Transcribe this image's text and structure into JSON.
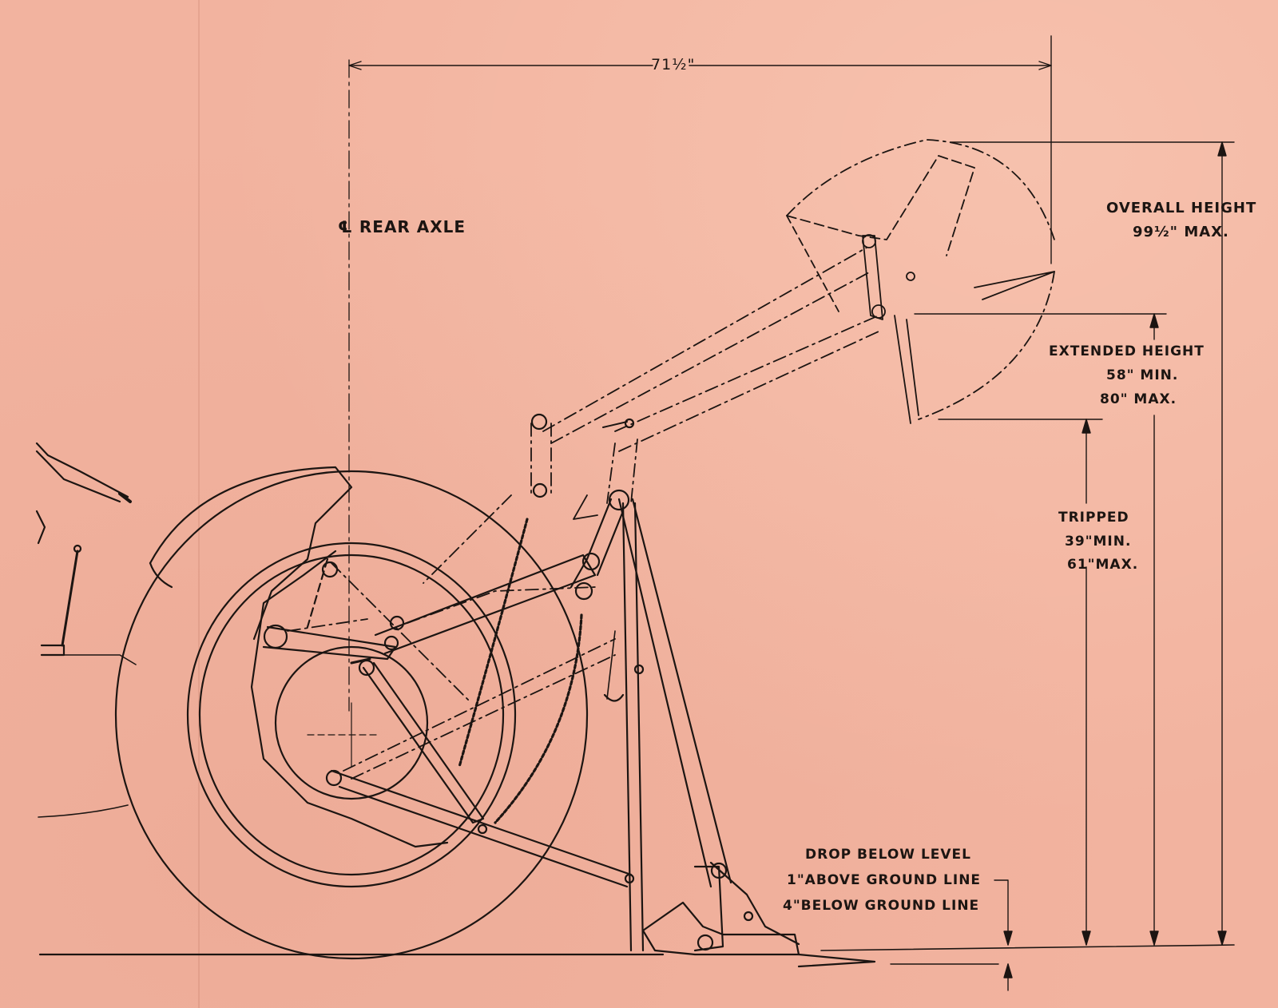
{
  "dimension_width": "71½\"",
  "axle_label": "℄ REAR AXLE",
  "overall_height": {
    "title": "OVERALL HEIGHT",
    "value": "99½\" MAX."
  },
  "extended_height": {
    "title": "EXTENDED HEIGHT",
    "min": "58\" MIN.",
    "max": "80\" MAX."
  },
  "tripped": {
    "title": "TRIPPED",
    "min": "39\"MIN.",
    "max": "61\"MAX."
  },
  "drop": {
    "title": "DROP BELOW LEVEL",
    "above": "1\"ABOVE GROUND LINE",
    "below": "4\"BELOW GROUND LINE"
  },
  "colors": {
    "paper": "#f2b39f",
    "ink": "#1c1512"
  }
}
